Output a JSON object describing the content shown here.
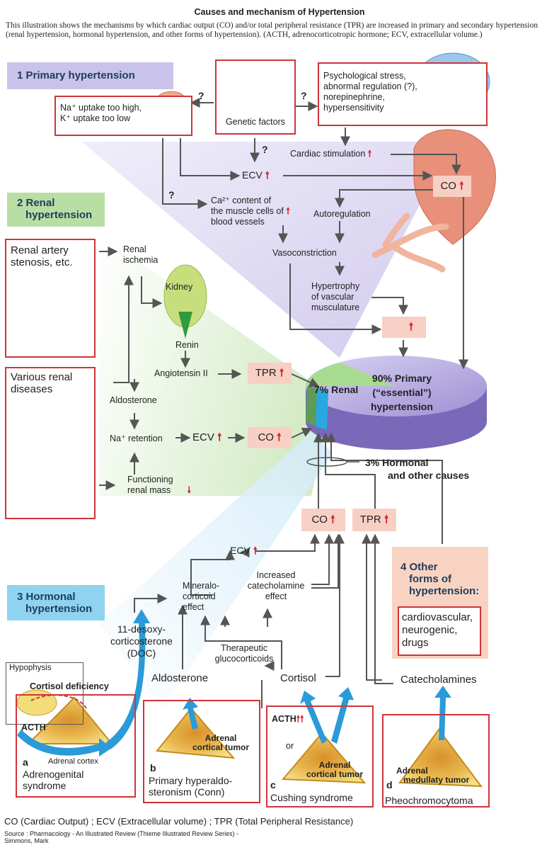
{
  "header": {
    "title": "Causes and mechanism of Hypertension",
    "intro": "This illustration shows the mechanisms by which cardiac output (CO) and/or total peripheral resistance (TPR) are increased in primary and secondary hypertension (renal hypertension, hormonal hypertension, and other forms of hypertension). (ACTH, adrenocorticotropic hormone; ECV, extracellular volume.)"
  },
  "sections": {
    "primary": "1  Primary hypertension",
    "renal_line1": "2  Renal",
    "renal_line2": "hypertension",
    "hormonal_line1": "3  Hormonal",
    "hormonal_line2": "hypertension",
    "other_line1": "4  Other",
    "other_line2": "forms of",
    "other_line3": "hypertension:"
  },
  "primary": {
    "na_k_line1": "Na⁺ uptake too high,",
    "na_k_line2": "K⁺ uptake too low",
    "genetic": "Genetic factors",
    "stress_line1": "Psychological stress,",
    "stress_line2": "abnormal regulation (?),",
    "stress_line3": "norepinephrine,",
    "stress_line4": "hypersensitivity",
    "cardiac_stim": "Cardiac stimulation",
    "ecv": "ECV",
    "co": "CO",
    "ca_line1": "Ca²⁺ content of",
    "ca_line2": "the muscle cells of",
    "ca_line3": "blood vessels",
    "autoregulation": "Autoregulation",
    "vasoconstriction": "Vasoconstriction",
    "hyper_line1": "Hypertrophy",
    "hyper_line2": "of vascular",
    "hyper_line3": "musculature",
    "question": "?"
  },
  "renal": {
    "artery_line1": "Renal artery",
    "artery_line2": "stenosis, etc.",
    "ischemia_line1": "Renal",
    "ischemia_line2": "ischemia",
    "kidney": "Kidney",
    "renin": "Renin",
    "angiotensin": "Angiotensin II",
    "tpr": "TPR",
    "diseases_line1": "Various renal",
    "diseases_line2": "diseases",
    "aldosterone": "Aldosterone",
    "na_retention": "Na⁺ retention",
    "ecv": "ECV",
    "co": "CO",
    "functioning_line1": "Functioning",
    "functioning_line2": "renal mass"
  },
  "pie": {
    "renal_label": "7%  Renal",
    "primary_line1": "90% Primary",
    "primary_line2": "(“essential”)",
    "primary_line3": "hypertension",
    "other_line1": "3%  Hormonal",
    "other_line2": "and other causes",
    "colors": {
      "primary": "#b5a7e0",
      "renal": "#9fd68a",
      "hormonal": "#27a8e0",
      "other": "#5d9b57"
    }
  },
  "hormonal": {
    "co": "CO",
    "tpr": "TPR",
    "ecv": "ECV",
    "mineralo_line1": "Mineralo-",
    "mineralo_line2": "corticoid",
    "mineralo_line3": "effect",
    "catechol_effect_line1": "Increased",
    "catechol_effect_line2": "catecholamine",
    "catechol_effect_line3": "effect",
    "doc_line1": "11-desoxy-",
    "doc_line2": "corticosterone",
    "doc_line3": "(DOC)",
    "therapeutic_line1": "Therapeutic",
    "therapeutic_line2": "glucocorticoids",
    "aldosterone": "Aldosterone",
    "cortisol": "Cortisol",
    "catecholamines": "Catecholamines",
    "hypophysis": "Hypophysis",
    "cortisol_deficiency": "Cortisol deficiency",
    "acth": "ACTH",
    "adrenal_cortex": "Adrenal cortex",
    "a_letter": "a",
    "a_line1": "Adrenogenital",
    "a_line2": "syndrome",
    "b_tumor_line1": "Adrenal",
    "b_tumor_line2": "cortical tumor",
    "b_letter": "b",
    "b_line1": "Primary hyperaldo-",
    "b_line2": "steronism (Conn)",
    "c_acth": "ACTH",
    "c_or": "or",
    "c_tumor_line1": "Adrenal",
    "c_tumor_line2": "cortical tumor",
    "c_letter": "c",
    "c_line1": "Cushing syndrome",
    "d_tumor_line1": "Adrenal",
    "d_tumor_line2": "medullaty tumor",
    "d_letter": "d",
    "d_line1": "Pheochromocytoma"
  },
  "other": {
    "list_line1": "cardiovascular,",
    "list_line2": "neurogenic,",
    "list_line3": "drugs"
  },
  "footer": {
    "legend": "CO (Cardiac Output) ; ECV (Extracellular volume) ; TPR (Total Peripheral Resistance)",
    "source_line1": "Source : Pharmacology - An Illustrated Review (Thieme Illustrated Review Series) -",
    "source_line2": "Simmons, Mark"
  },
  "colors": {
    "red_border": "#d0343a",
    "pink_box": "#f8cfc4",
    "primary_header": "#c9c2ea",
    "renal_header": "#b9dea4",
    "hormonal_header": "#8fd3f0",
    "other_box": "#f9d3c2",
    "arrow": "#555555",
    "up_arrow": "#d8232a"
  }
}
